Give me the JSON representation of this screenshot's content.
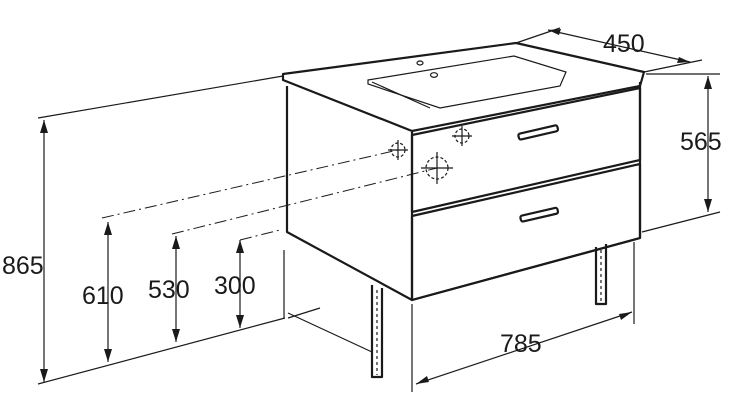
{
  "dimensions": {
    "depth": "450",
    "basin_height": "565",
    "total_height": "865",
    "width": "785",
    "outlet_610": "610",
    "outlet_530": "530",
    "outlet_300": "300"
  }
}
